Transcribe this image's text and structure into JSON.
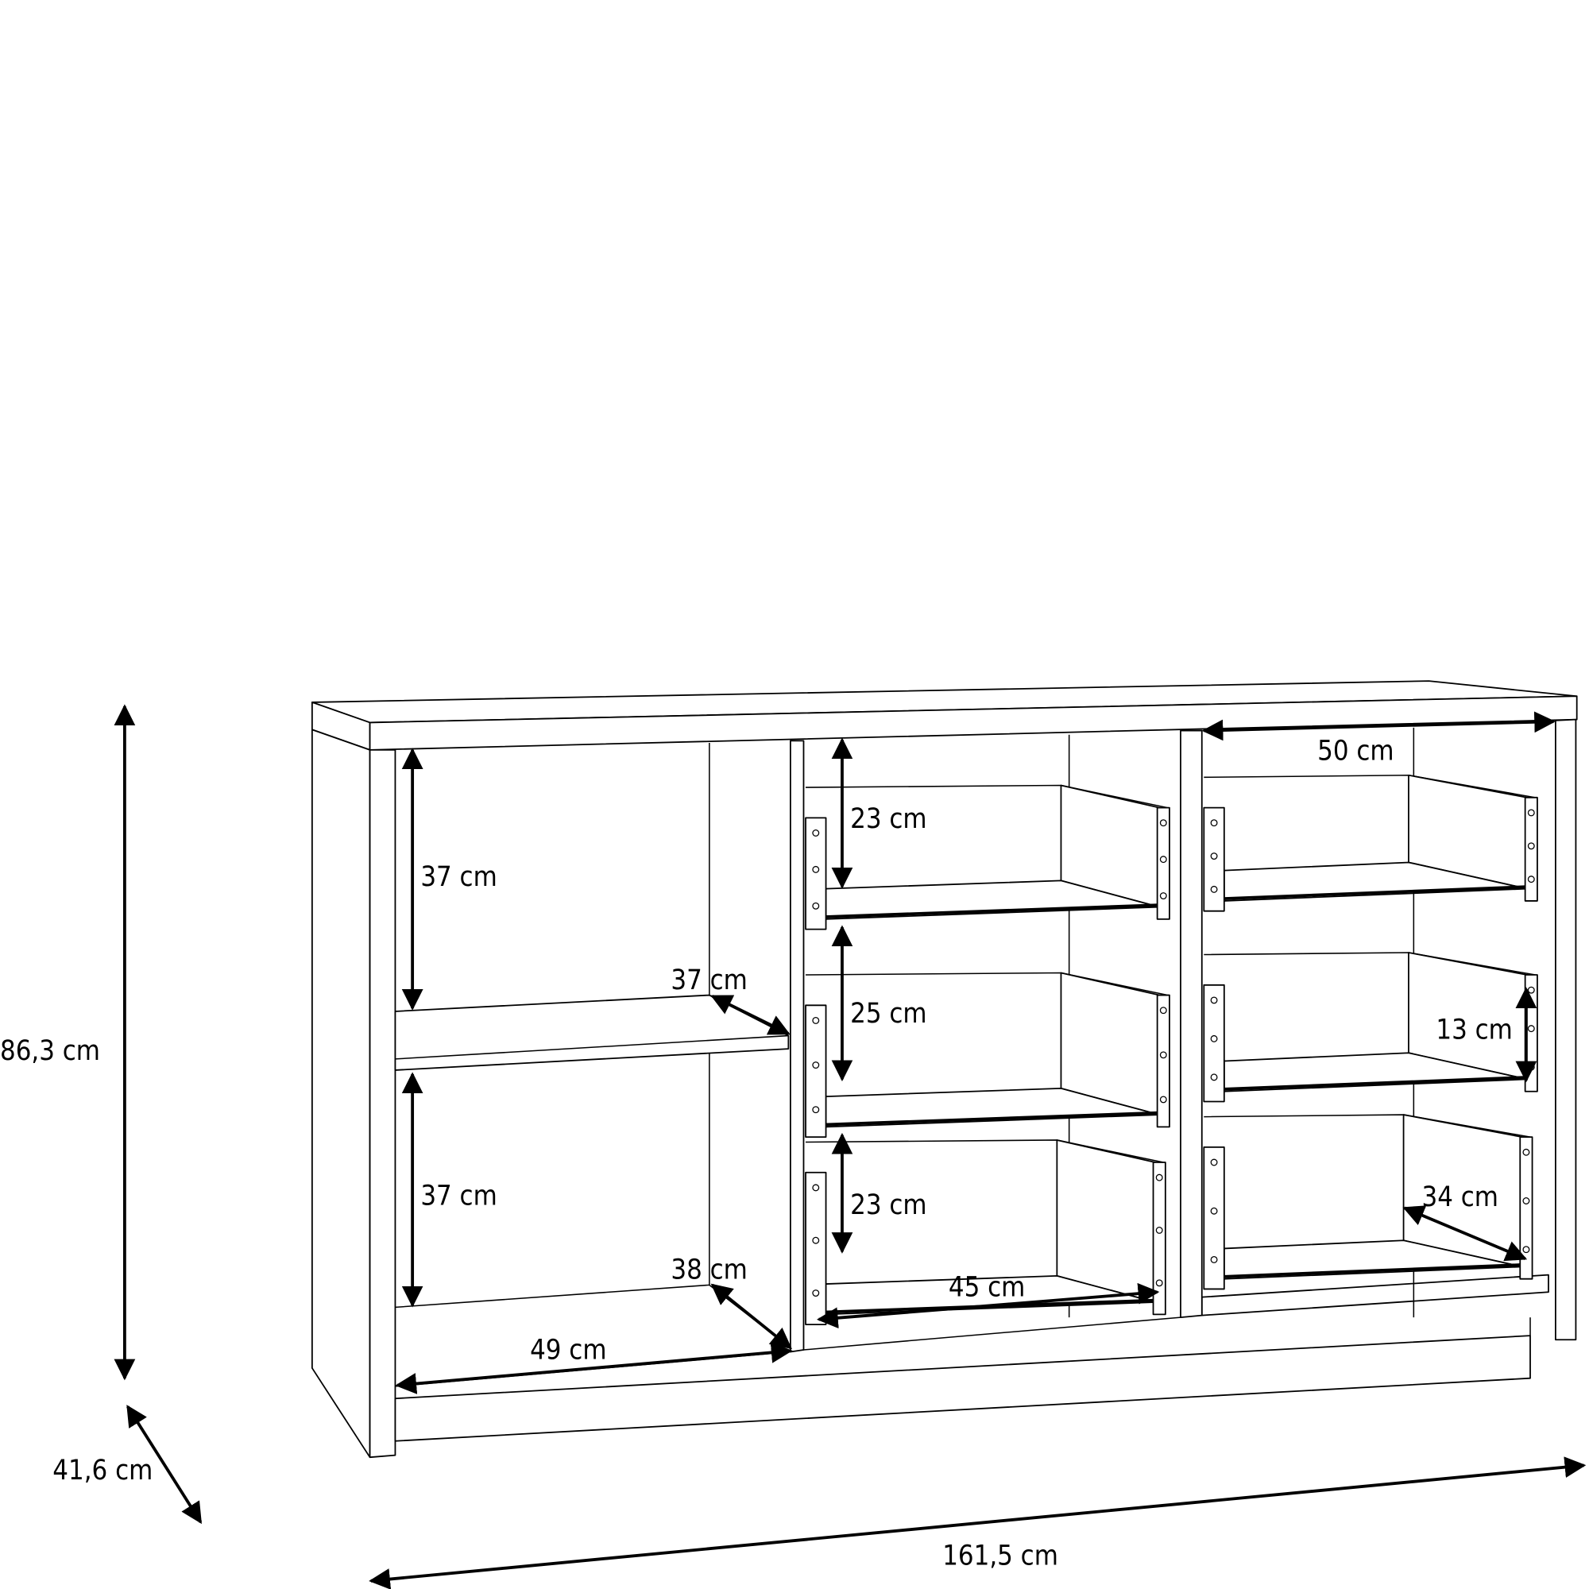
{
  "diagram": {
    "subject": "sideboard",
    "overall": {
      "height": "86,3 cm",
      "depth": "41,6 cm",
      "width": "161,5 cm"
    },
    "left_compartment": {
      "upper_height": "37 cm",
      "lower_height": "37 cm",
      "shelf_depth": "37 cm",
      "bottom_depth": "38 cm",
      "inner_width": "49 cm"
    },
    "middle_drawers": {
      "top_height": "23 cm",
      "middle_height": "25 cm",
      "bottom_height": "23 cm",
      "inner_width": "45 cm"
    },
    "right_drawers": {
      "column_width": "50 cm",
      "drawer_height": "13 cm",
      "drawer_depth": "34 cm"
    }
  }
}
